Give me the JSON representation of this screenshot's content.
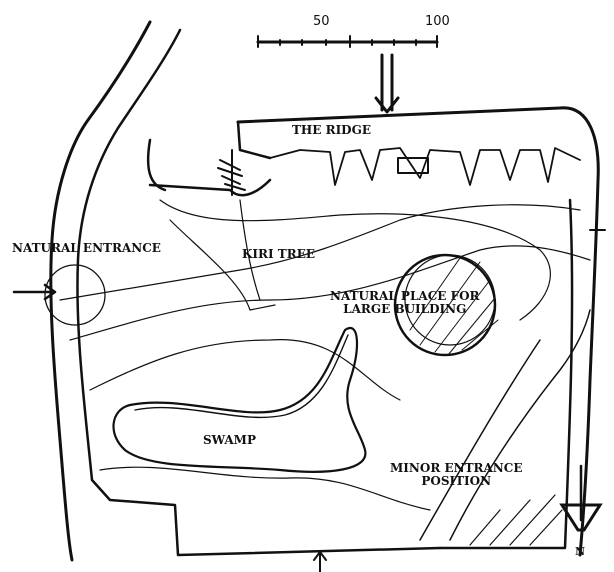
{
  "scale_bar": {
    "mid_label": "50",
    "end_label": "100"
  },
  "labels": {
    "ridge": "THE RIDGE",
    "kiri_tree": "KIRI TREE",
    "natural_entrance": "NATURAL ENTRANCE",
    "large_building_line1": "NATURAL PLACE FOR",
    "large_building_line2": "LARGE BUILDING",
    "swamp": "SWAMP",
    "minor_entrance_line1": "MINOR ENTRANCE",
    "minor_entrance_line2": "POSITION"
  },
  "north_arrow": {
    "label": "N"
  },
  "colors": {
    "ink": "#111111",
    "paper": "#ffffff"
  }
}
